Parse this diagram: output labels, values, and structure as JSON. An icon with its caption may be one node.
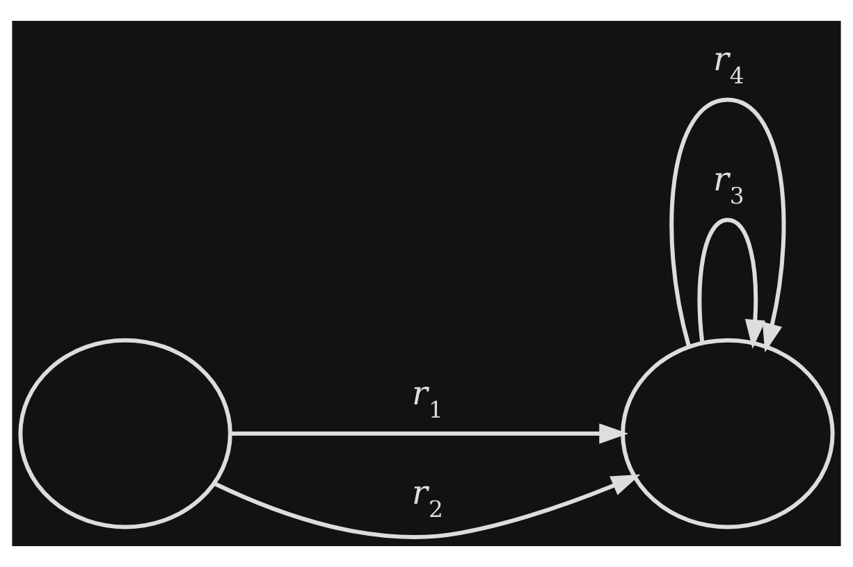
{
  "diagram": {
    "nodes": [
      {
        "text": [],
        "shape": "circle"
      },
      {
        "text": [],
        "shape": "circle"
      }
    ],
    "edges": [
      {
        "from": 0,
        "to": 1,
        "arrow": "to",
        "label": "r$_{1}$"
      },
      {
        "from": 0,
        "to": 1,
        "arrow": "to",
        "label": "r$_{2}$"
      },
      {
        "from": 1,
        "to": 1,
        "arrow": "to",
        "label": "r$_{3}$"
      },
      {
        "from": 1,
        "to": 1,
        "arrow": "to",
        "label": "r$_{4}$"
      }
    ]
  }
}
